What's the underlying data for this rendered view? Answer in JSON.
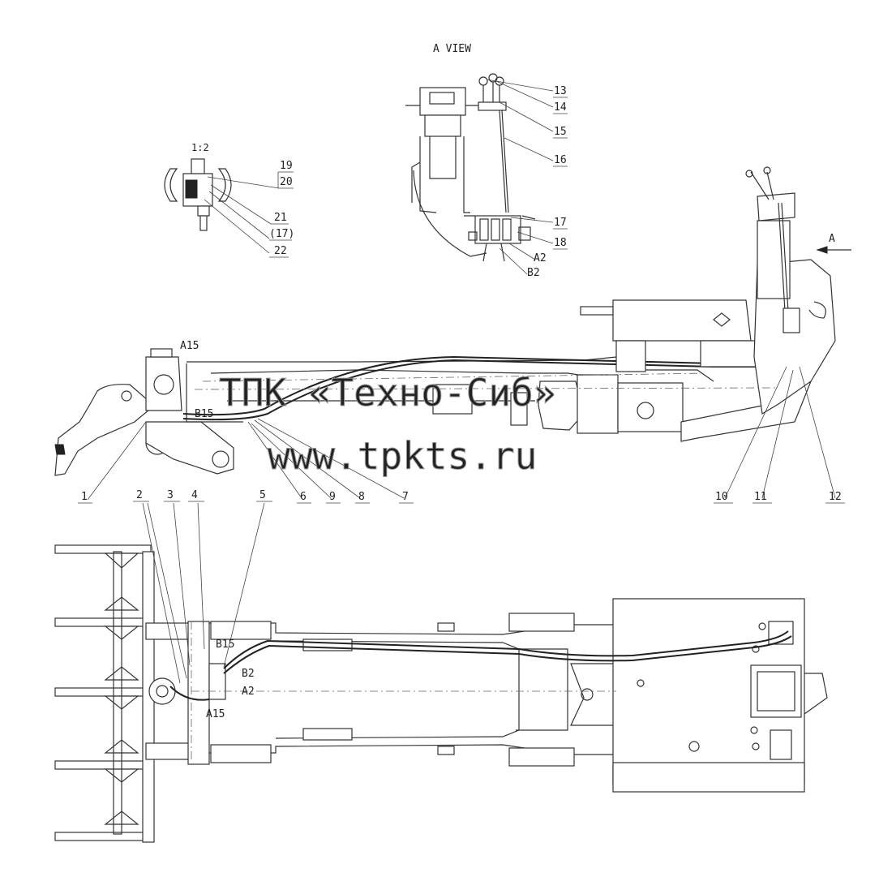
{
  "view_title": "A VIEW",
  "scale_label": "1:2",
  "view_arrow_label": "A",
  "watermark": {
    "line1": "ТПК «Техно-Сиб»",
    "line2": "www.tpkts.ru"
  },
  "part_callouts": [
    "1",
    "2",
    "3",
    "4",
    "5",
    "6",
    "7",
    "8",
    "9",
    "10",
    "11",
    "12",
    "13",
    "14",
    "15",
    "16",
    "17",
    "18",
    "19",
    "20",
    "21",
    "(17)",
    "22"
  ],
  "port_labels": {
    "a15_side": "A15",
    "b15_side": "B15",
    "a2_view": "A2",
    "b2_view": "B2",
    "b15_top": "B15",
    "b2_top": "B2",
    "a2_top": "A2",
    "a15_top": "A15"
  }
}
